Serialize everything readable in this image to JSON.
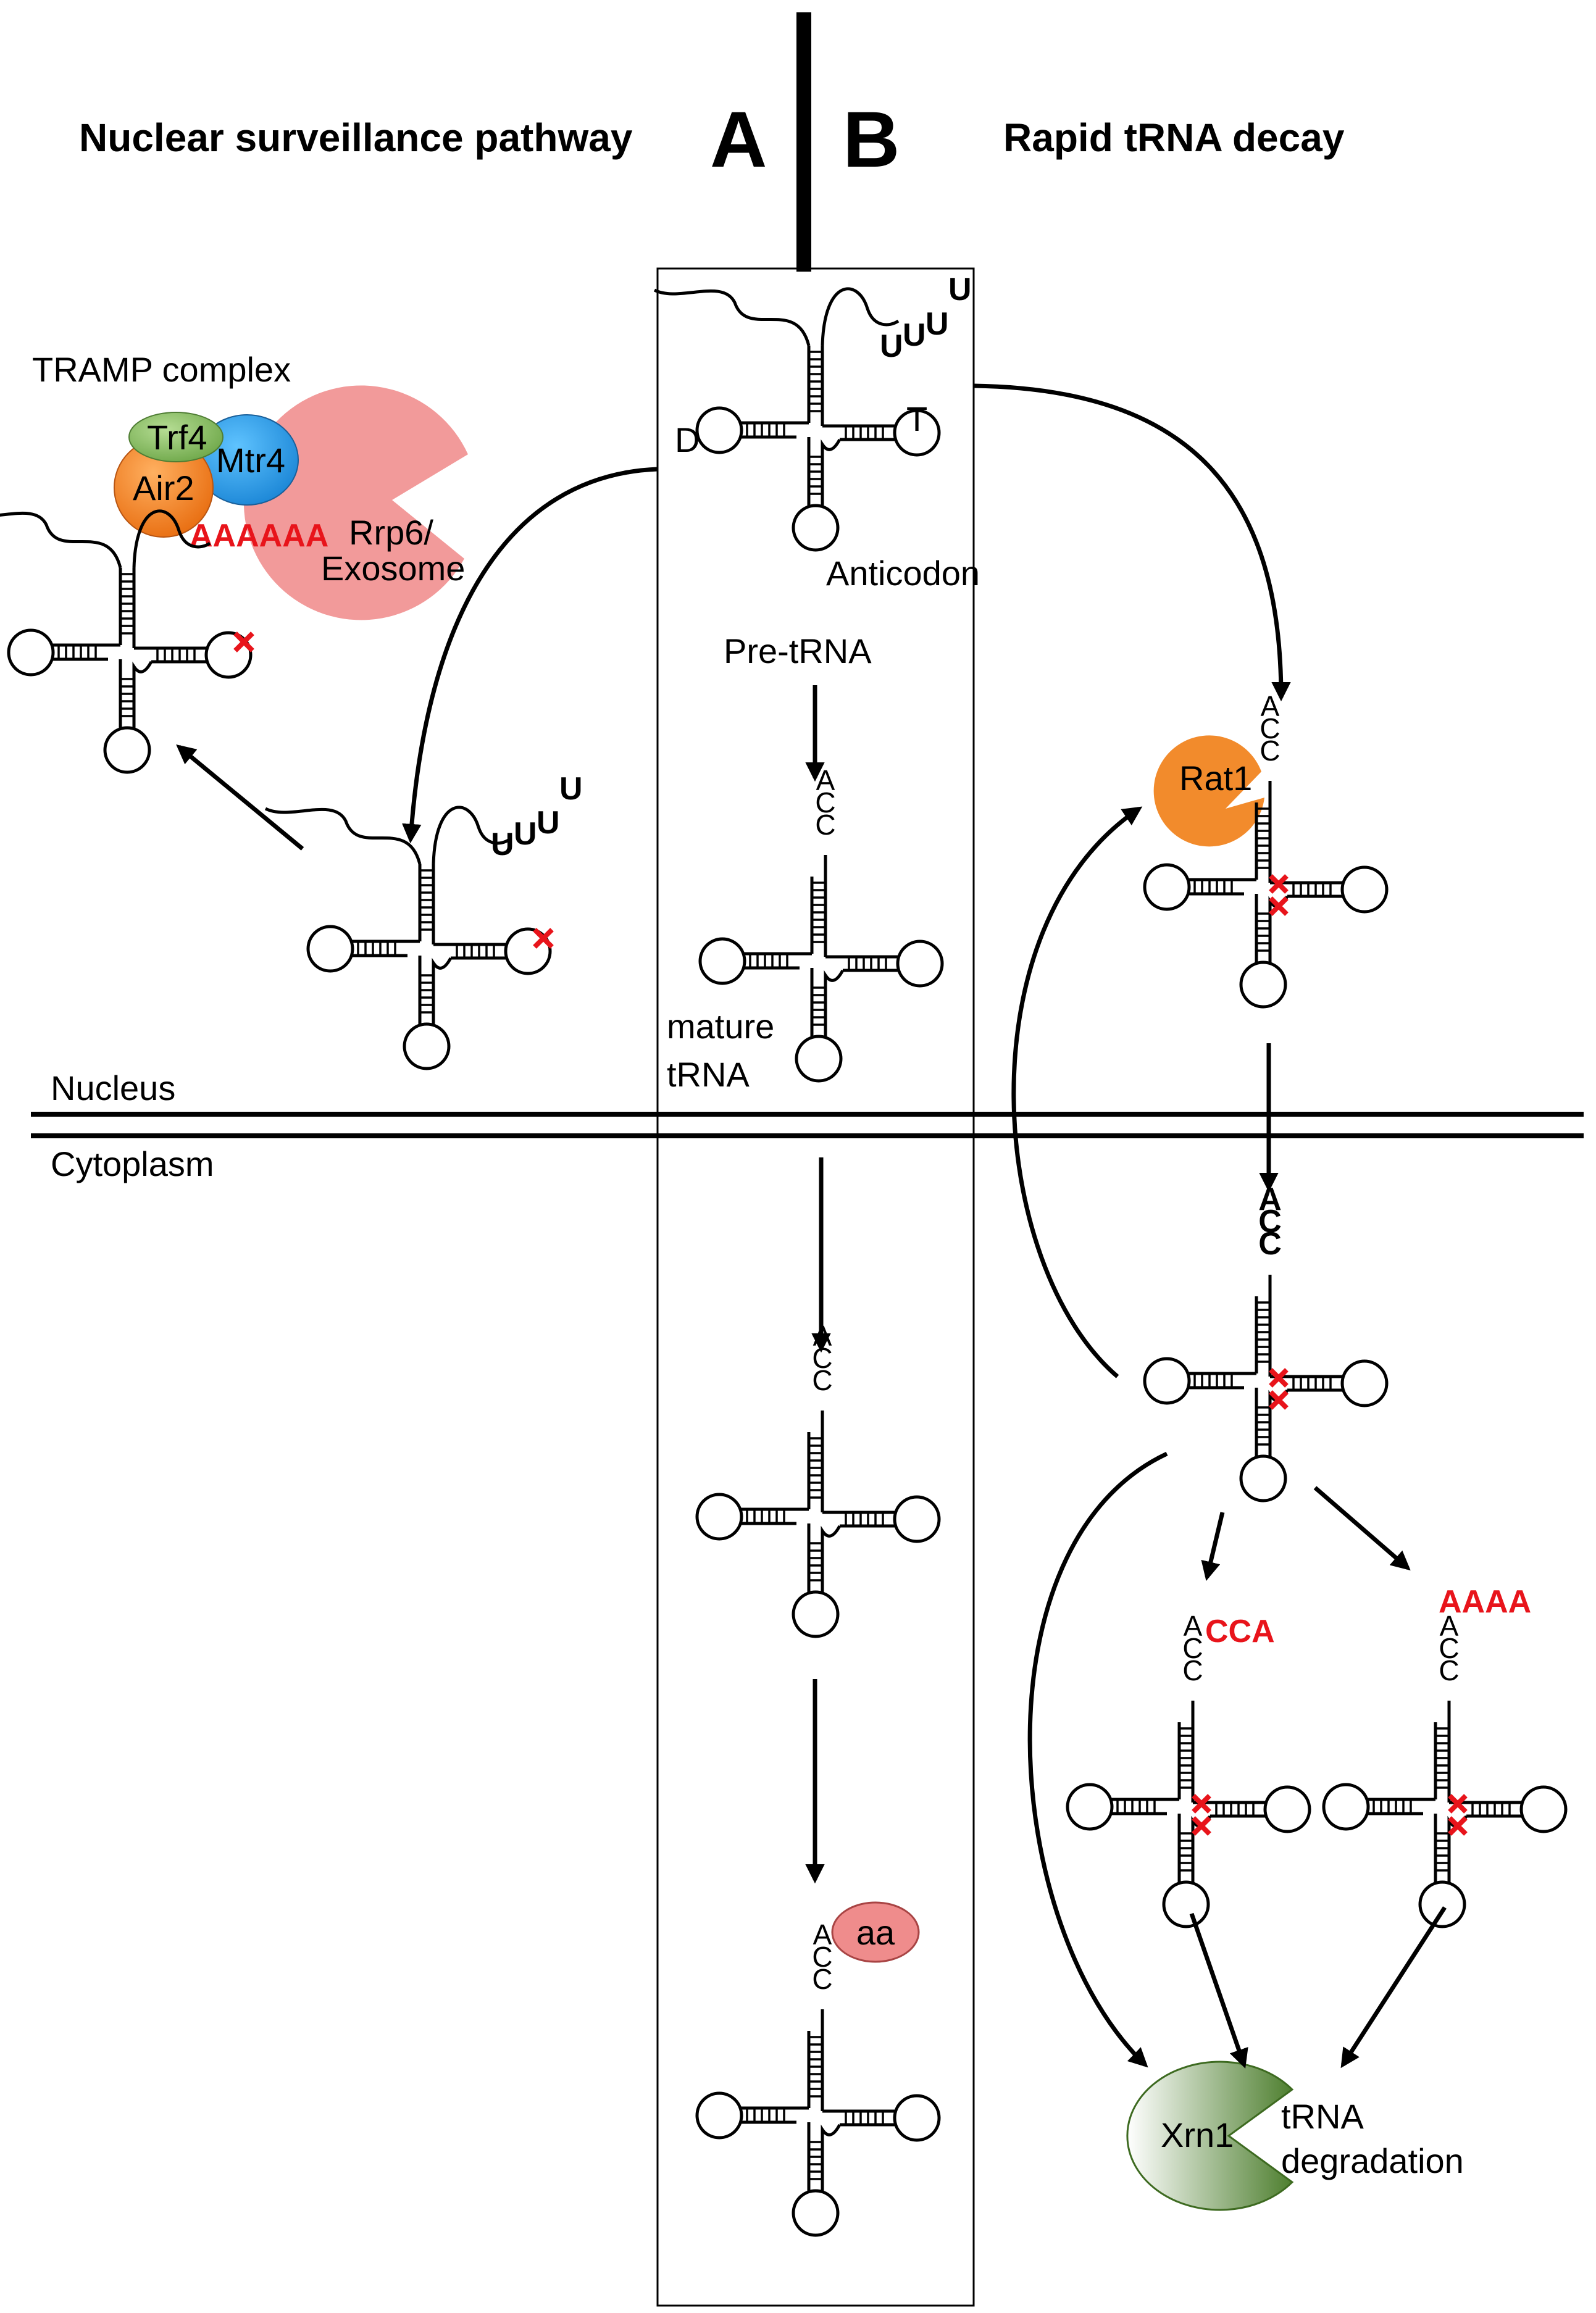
{
  "panels": {
    "a_title": "Nuclear surveillance pathway",
    "a_letter": "A",
    "b_letter": "B",
    "b_title": "Rapid tRNA decay"
  },
  "compartments": {
    "nucleus": "Nucleus",
    "cytoplasm": "Cytoplasm"
  },
  "tramp": {
    "title": "TRAMP complex",
    "trf4": "Trf4",
    "mtr4": "Mtr4",
    "air2": "Air2",
    "exosome_line1": "Rrp6/",
    "exosome_line2": "Exosome",
    "polya": "AAAAAA"
  },
  "pre_trna": {
    "tail": "UUUU",
    "d_arm": "D",
    "t_arm": "T",
    "anticodon": "Anticodon",
    "label": "Pre-tRNA"
  },
  "mature": {
    "line1": "mature",
    "line2": "tRNA"
  },
  "acc": {
    "a": "A",
    "c1": "C",
    "c2": "C"
  },
  "aminoacyl": "aa",
  "rat1": "Rat1",
  "cca_added": "CCA",
  "polya_added": "AAAA",
  "xrn1": {
    "name": "Xrn1",
    "line1": "tRNA",
    "line2": "degradation"
  },
  "colors": {
    "trf4": "#8fc26a",
    "mtr4": "#2a9fe6",
    "air2": "#f07d1c",
    "exosome": "#f29a9a",
    "rat1": "#f28b2c",
    "xrn1": "#5e8f3c",
    "aa": "#ef8c8c",
    "mutation": "#e8141b"
  }
}
